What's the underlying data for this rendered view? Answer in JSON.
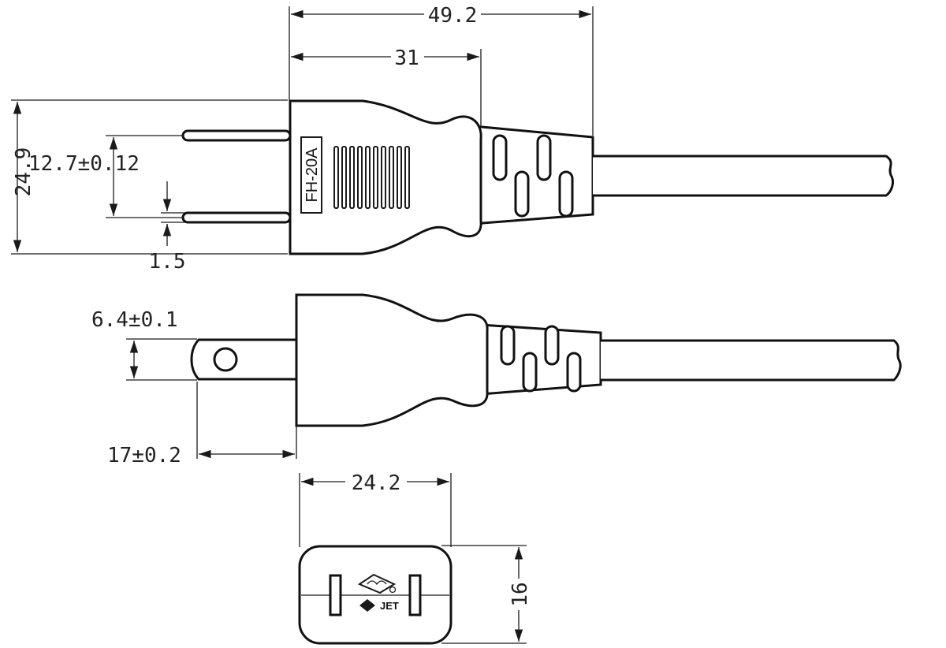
{
  "dimensions": {
    "overall_length": "49.2",
    "body_length": "31",
    "overall_height": "24.9",
    "pin_spacing": "12.7±0.12",
    "pin_thickness": "1.5",
    "pin_width": "6.4±0.1",
    "pin_length": "17±0.2",
    "face_width": "24.2",
    "face_height": "16"
  },
  "labels": {
    "model": "FH-20A",
    "cert": "JET"
  },
  "colors": {
    "line": "#1a1a1a",
    "background": "#ffffff"
  }
}
